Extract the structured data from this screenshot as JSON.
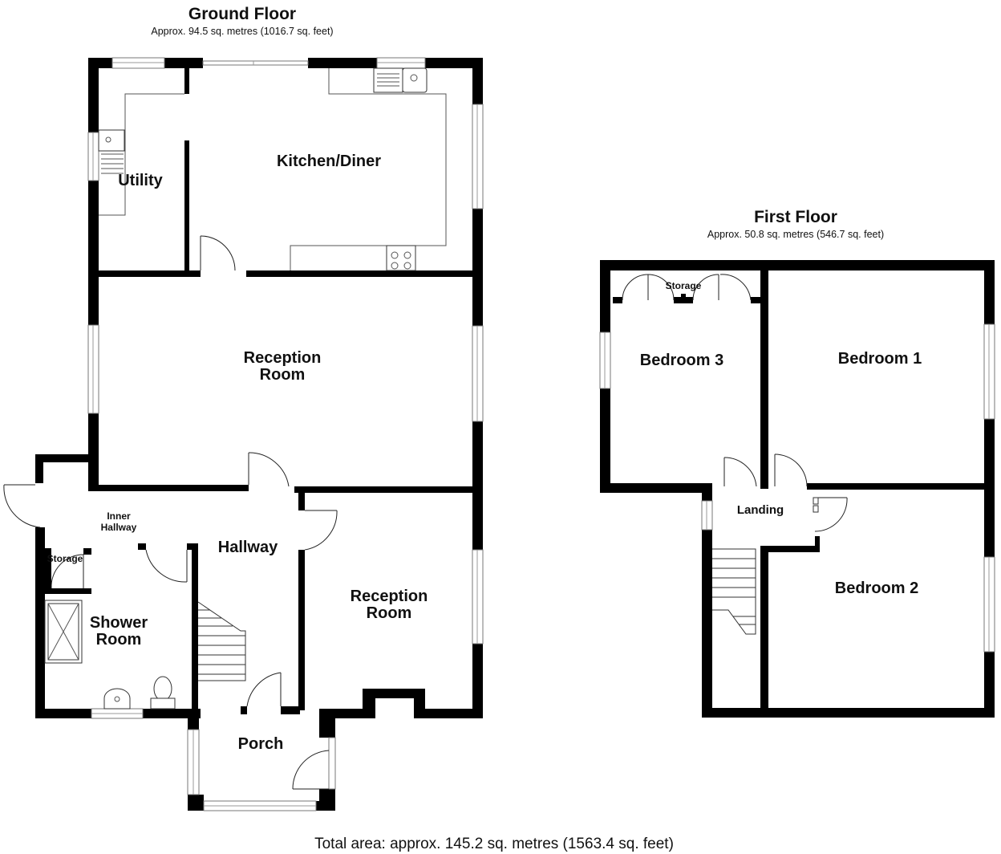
{
  "ground_floor": {
    "title": "Ground Floor",
    "area": "Approx. 94.5 sq. metres (1016.7 sq. feet)",
    "rooms": {
      "kitchen": "Kitchen/Diner",
      "utility": "Utility",
      "reception_main_line1": "Reception",
      "reception_main_line2": "Room",
      "reception_front_line1": "Reception",
      "reception_front_line2": "Room",
      "inner_hallway_line1": "Inner",
      "inner_hallway_line2": "Hallway",
      "hallway": "Hallway",
      "storage": "Storage",
      "shower_line1": "Shower",
      "shower_line2": "Room",
      "porch": "Porch"
    }
  },
  "first_floor": {
    "title": "First Floor",
    "area": "Approx. 50.8 sq. metres (546.7 sq. feet)",
    "rooms": {
      "storage": "Storage",
      "bedroom3": "Bedroom 3",
      "bedroom1": "Bedroom 1",
      "landing": "Landing",
      "bedroom2": "Bedroom 2"
    }
  },
  "total_area": "Total area: approx. 145.2 sq. metres (1563.4 sq. feet)"
}
